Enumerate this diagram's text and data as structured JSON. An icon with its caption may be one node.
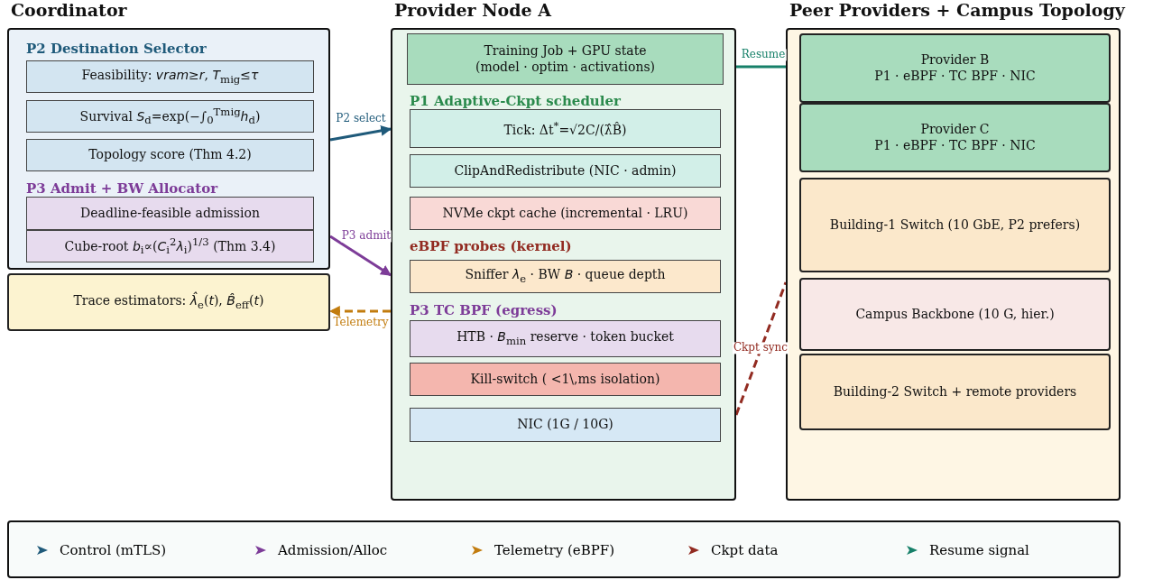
{
  "diagram": {
    "nodes": [
      {
        "text": [
          "Coordinator"
        ]
      },
      {
        "text": [
          "Feasibility:  *vram*≥*r*,  *T*$_{mig}$≤*τ*"
        ],
        "in": 0
      },
      {
        "text": [
          "Survival  *S*$_{d}$=exp(−∫$_{0}$$^{Tmig}$*h*$_{d}$)"
        ],
        "in": 0
      },
      {
        "text": [
          "Topology score  (Thm 4.2)"
        ],
        "in": 0
      },
      {
        "text": [
          "Deadline-feasible admission"
        ],
        "in": 0
      },
      {
        "text": [
          "Cube-root  *b*$_{i}$∝(*C*$_{i}$$^{2}$*λ*$_{i}$)$^{1/3}$  (Thm 3.4)"
        ],
        "in": 0
      },
      {
        "text": [
          "Trace estimators:  *λ̂*$_{e}$(*t*), *B̂*$_{eff}$(*t*)"
        ]
      },
      {
        "text": [
          "Provider Node A"
        ]
      },
      {
        "text": [
          "Training Job + GPU state",
          "(model · optim · activations)"
        ],
        "in": 7
      },
      {
        "text": [
          "Tick:  Δt$^{*}$=√2C/(λ̂B̂)"
        ],
        "in": 7
      },
      {
        "text": [
          "ClipAndRedistribute (NIC · admin)"
        ],
        "in": 7
      },
      {
        "text": [
          "NVMe ckpt cache  (incremental · LRU)"
        ],
        "in": 7
      },
      {
        "text": [
          "Sniffer  *λ*$_{e}$  ·  BW  *B*  ·  queue depth"
        ],
        "in": 7
      },
      {
        "text": [
          "HTB · *B*$_{min}$ reserve · token bucket"
        ],
        "in": 7
      },
      {
        "text": [
          "Kill-switch  ( <1\\,ms isolation)"
        ],
        "in": 7
      },
      {
        "text": [
          "NIC  (1G / 10G)"
        ],
        "in": 7
      },
      {
        "text": [
          "Peer Providers + Campus Topology"
        ]
      },
      {
        "text": [
          "Provider B",
          "P1 · eBPF · TC BPF · NIC"
        ],
        "in": 16
      },
      {
        "text": [
          "Provider C",
          "P1 · eBPF · TC BPF · NIC"
        ],
        "in": 16
      },
      {
        "text": [
          "Building-1 Switch  (10 GbE,  P2 prefers)"
        ],
        "in": 16
      },
      {
        "text": [
          "Campus Backbone  (10 G, hier.)"
        ],
        "in": 16
      },
      {
        "text": [
          "Building-2 Switch + remote providers"
        ],
        "in": 16
      }
    ],
    "edges": [
      {
        "from": 0,
        "to": 7,
        "arrow": "to",
        "label": "P2 select",
        "color": "#1f5a7a"
      },
      {
        "from": 0,
        "to": 7,
        "arrow": "to",
        "label": "P3 admit",
        "color": "#7d3c98"
      },
      {
        "from": 7,
        "to": 6,
        "arrow": "to",
        "label": "Telemetry",
        "style": "dashed",
        "color": "#c27c0e"
      },
      {
        "from": 16,
        "to": 8,
        "arrow": "to",
        "label": "Resume",
        "color": "#168069"
      },
      {
        "from": 7,
        "to": 16,
        "arrow": "none",
        "label": "Ckpt sync",
        "style": "dashed",
        "color": "#922b21"
      }
    ],
    "labels": [
      "P2  Destination Selector",
      "P3  Admit + BW Allocator",
      "P1  Adaptive-Ckpt scheduler",
      "eBPF probes (kernel)",
      "P3  TC BPF (egress)"
    ],
    "legend": [
      {
        "text": "Control (mTLS)",
        "color": "#1f5a7a"
      },
      {
        "text": "Admission/Alloc",
        "color": "#7d3c98"
      },
      {
        "text": "Telemetry (eBPF)",
        "color": "#c27c0e"
      },
      {
        "text": "Ckpt data",
        "color": "#922b21"
      },
      {
        "text": "Resume signal",
        "color": "#168069"
      }
    ]
  }
}
